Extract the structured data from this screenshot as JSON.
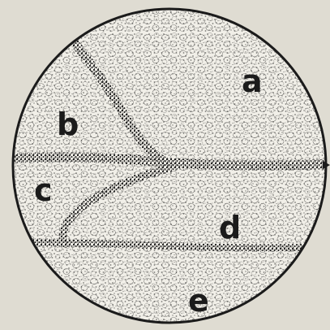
{
  "figure": {
    "regions": [
      {
        "id": "a",
        "label": "a"
      },
      {
        "id": "b",
        "label": "b"
      },
      {
        "id": "c",
        "label": "c"
      },
      {
        "id": "d",
        "label": "d"
      },
      {
        "id": "e",
        "label": "e"
      }
    ],
    "colors": {
      "background": "#dfdcd2",
      "circle_fill": "#f1efe8",
      "ink": "#1b1b1b"
    }
  }
}
